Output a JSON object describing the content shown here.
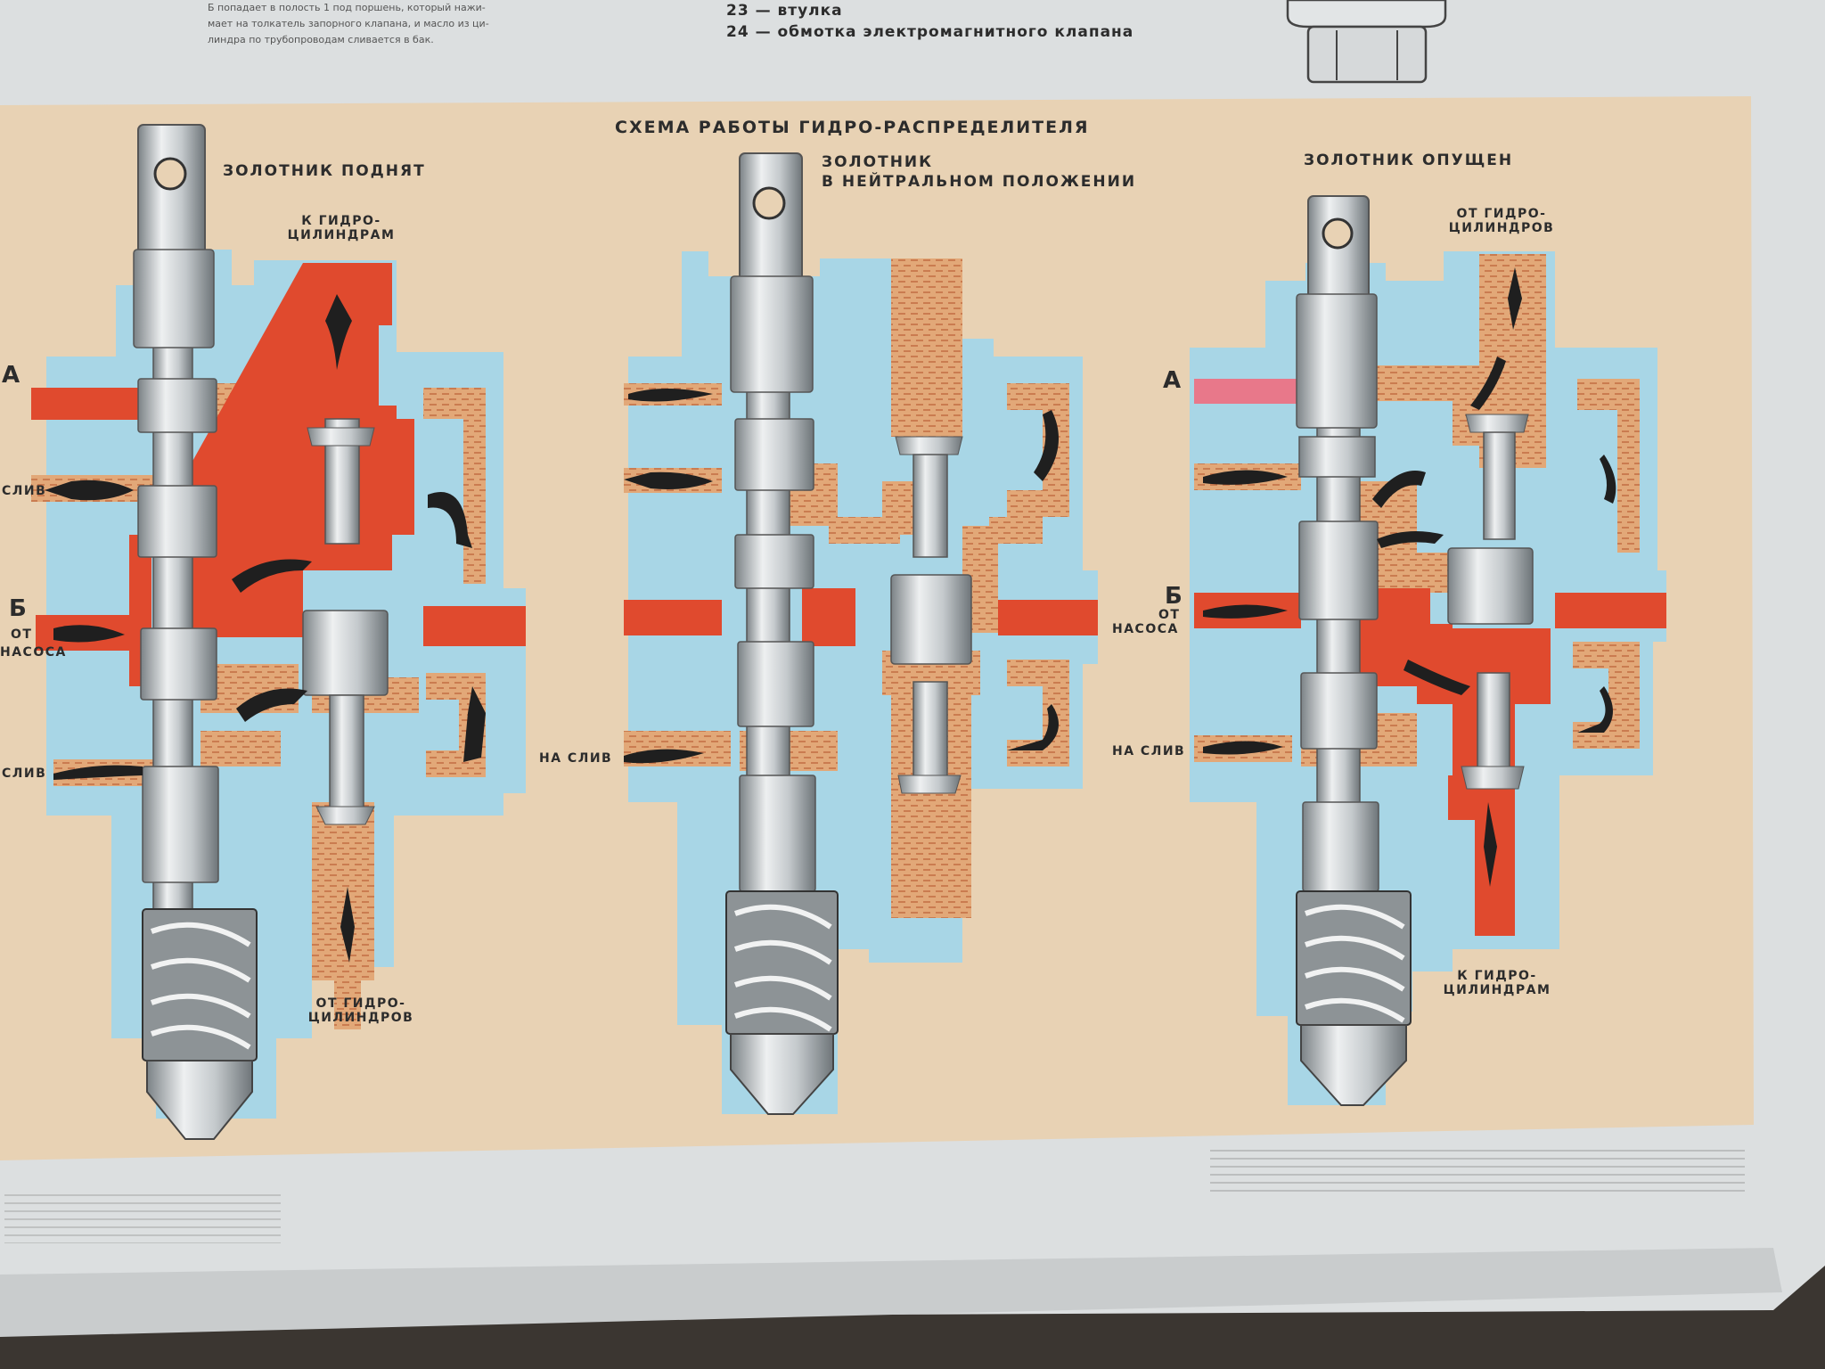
{
  "top_text": {
    "paragraph_lines": [
      "Б попадает в полость 1 под поршень, который нажи-",
      "мает на толкатель запорного клапана, и масло из ци-",
      "линдра по трубопроводам сливается в бак."
    ],
    "legend_23": "23 — втулка",
    "legend_24": "24 — обмотка электромагнитного клапана"
  },
  "title": "СХЕМА РАБОТЫ ГИДРО-РАСПРЕДЕЛИТЕЛЯ",
  "panels": {
    "left": {
      "caption": "ЗОЛОТНИК ПОДНЯТ",
      "top_port_line1": "К ГИДРО-",
      "top_port_line2": "ЦИЛИНДРАМ",
      "bottom_port_line1": "ОТ ГИДРО-",
      "bottom_port_line2": "ЦИЛИНДРОВ",
      "label_a": "А",
      "label_b": "Б",
      "label_ot": "ОТ",
      "label_nasosa": "НАСОСА",
      "label_sliv1": "СЛИВ",
      "label_sliv2": "СЛИВ"
    },
    "middle": {
      "caption_line1": "ЗОЛОТНИК",
      "caption_line2": "В НЕЙТРАЛЬНОМ ПОЛОЖЕНИИ",
      "label_na_sliv": "НА СЛИВ"
    },
    "right": {
      "caption": "ЗОЛОТНИК ОПУЩЕН",
      "top_port_line1": "ОТ ГИДРО-",
      "top_port_line2": "ЦИЛИНДРОВ",
      "bottom_port_line1": "К ГИДРО-",
      "bottom_port_line2": "ЦИЛИНДРАМ",
      "label_a": "А",
      "label_b": "Б",
      "label_ot": "ОТ",
      "label_nasosa": "НАСОСА",
      "label_na_sliv": "НА СЛИВ"
    }
  },
  "colors": {
    "background": "#e8d2b4",
    "housing": "#a8d6e6",
    "pressure_oil": "#e04a2e",
    "drain_oil": "#e2a878",
    "steel": "#c4c9cc"
  }
}
